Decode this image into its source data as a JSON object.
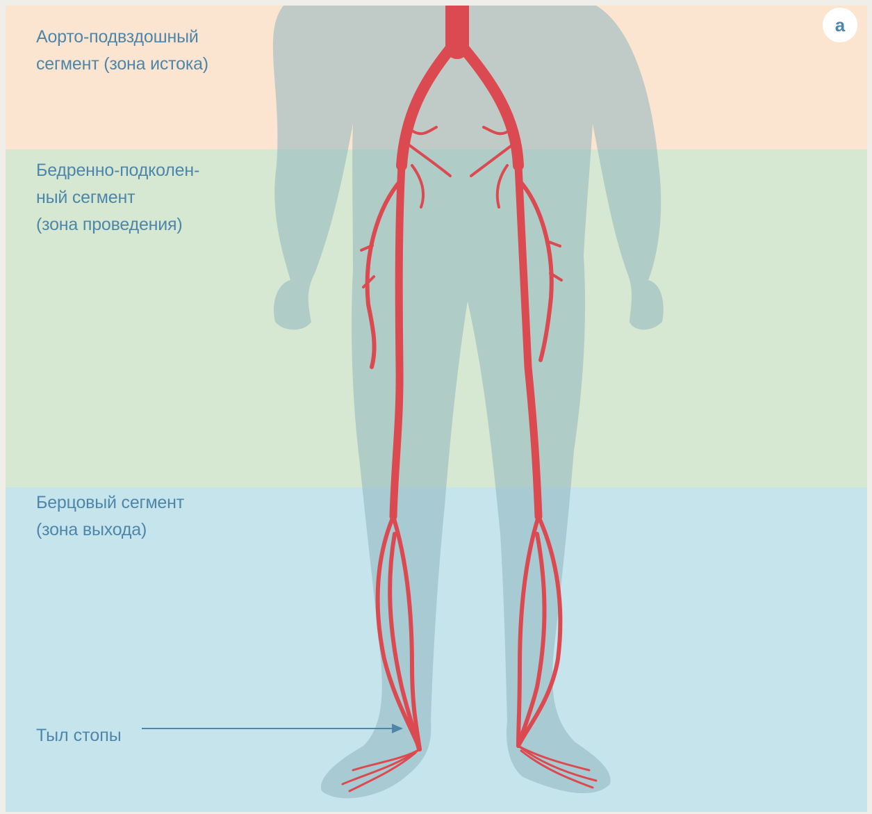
{
  "colors": {
    "zone_aorto_iliac": "#fbe5d0",
    "zone_femoral_popliteal": "#d6e8d2",
    "zone_tibial": "#c6e4ec",
    "body_silhouette": "#8fb5bd",
    "artery": "#dc4a51",
    "label_text": "#4e86aa",
    "badge_text": "#4e86aa"
  },
  "badge": "а",
  "zones": [
    {
      "lines": [
        "Аорто-подвздошный",
        "сегмент (зона истока)"
      ]
    },
    {
      "lines": [
        "Бедренно-подколен-",
        "ный сегмент",
        "(зона проведения)"
      ]
    },
    {
      "lines": [
        "Берцовый сегмент",
        "(зона выхода)"
      ]
    }
  ],
  "foot_label": "Тыл стопы"
}
